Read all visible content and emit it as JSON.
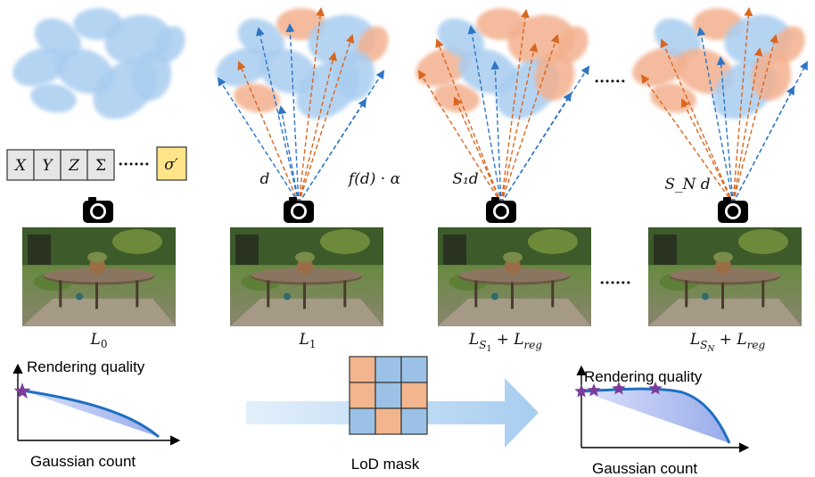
{
  "colors": {
    "blue_gaussian": "#a9cdf0",
    "orange_gaussian": "#f3b08e",
    "blue_ray": "#2e75c4",
    "orange_ray": "#d9661f",
    "curve": "#1f6fc1",
    "star": "#7a3c9a",
    "mask_orange": "#f3b58d",
    "mask_blue": "#9bc2e6",
    "attr_cell": "#e6e6e6",
    "sigma_cell": "#ffe48a",
    "arrow": "#bcdaf4"
  },
  "attributes": {
    "cells": [
      "X",
      "Y",
      "Z",
      "Σ"
    ],
    "dots": "······",
    "last": "σ′"
  },
  "ray_labels": {
    "stage1_left": "d",
    "stage1_right": "f(d) · α",
    "stage2": "S₁d",
    "stageN": "S_N d"
  },
  "ellipsis": "······",
  "icons": [
    "camera-icon"
  ],
  "losses": {
    "l0": "L₀",
    "l1": "L₁",
    "ls1": "L_{S₁} + L_reg",
    "lsn": "L_{S_N} + L_reg"
  },
  "plots": {
    "left": {
      "ylabel": "Rendering quality",
      "xlabel": "Gaussian count"
    },
    "right": {
      "ylabel": "Rendering quality",
      "xlabel": "Gaussian count"
    }
  },
  "mask": {
    "label": "LoD mask",
    "grid": [
      [
        "orange",
        "blue",
        "blue"
      ],
      [
        "orange",
        "blue",
        "orange"
      ],
      [
        "blue",
        "orange",
        "blue"
      ]
    ]
  }
}
